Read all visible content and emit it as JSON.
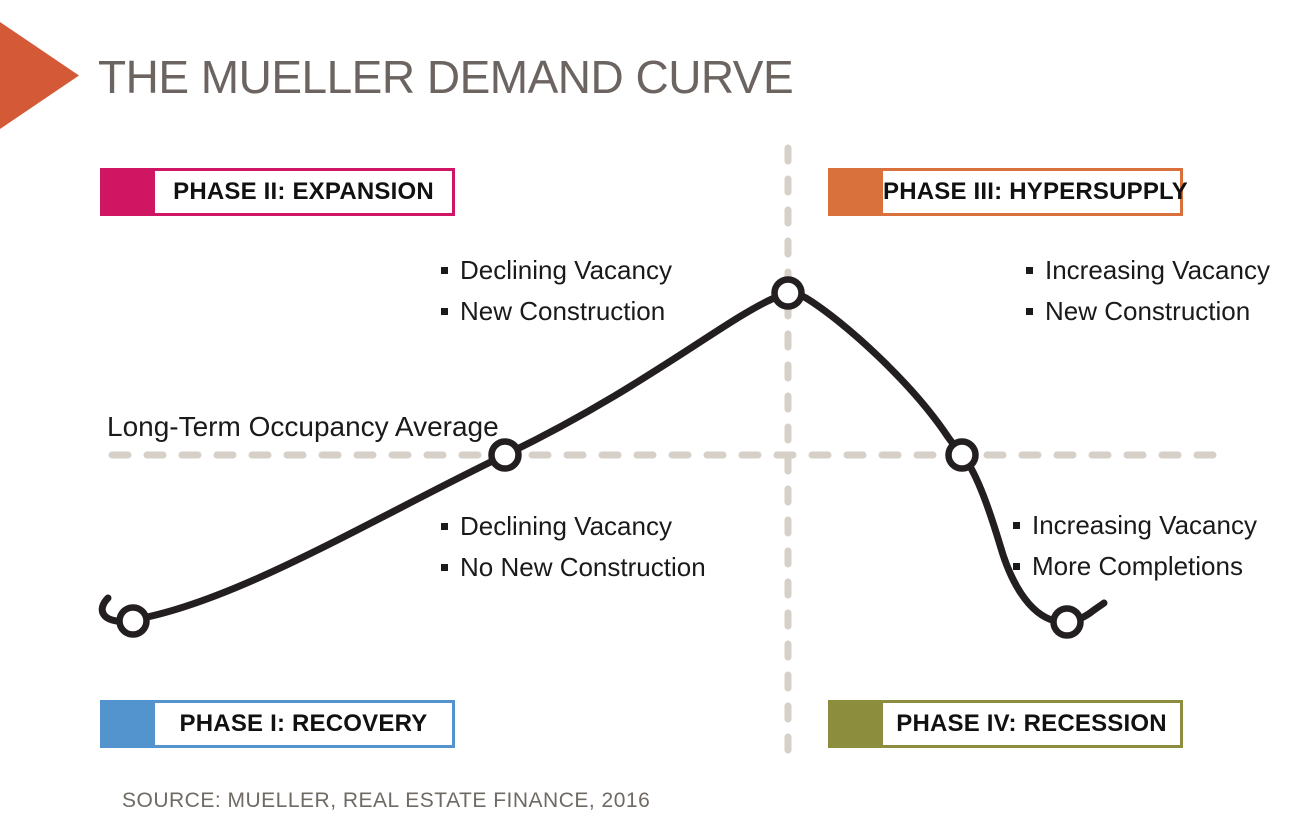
{
  "title": "THE MUELLER DEMAND CURVE",
  "source": "SOURCE: MUELLER, REAL ESTATE FINANCE, 2016",
  "axis_label": "Long-Term Occupancy Average",
  "colors": {
    "triangle": "#D45937",
    "curve": "#231F20",
    "dashed_line": "#D6D0C8",
    "title_text": "#6B6460"
  },
  "phases": [
    {
      "label": "PHASE II: EXPANSION",
      "color": "#D01663"
    },
    {
      "label": "PHASE III: HYPERSUPPLY",
      "color": "#D9713C"
    },
    {
      "label": "PHASE I: RECOVERY",
      "color": "#5494CE"
    },
    {
      "label": "PHASE IV: RECESSION",
      "color": "#8D8E3D"
    }
  ],
  "annotations": {
    "expansion": {
      "items": [
        "Declining Vacancy",
        "New Construction"
      ]
    },
    "hypersupply": {
      "items": [
        "Increasing Vacancy",
        "New Construction"
      ]
    },
    "recovery": {
      "items": [
        "Declining Vacancy",
        "No New Construction"
      ]
    },
    "recession": {
      "items": [
        "Increasing Vacancy",
        "More Completions"
      ]
    }
  },
  "chart_data": {
    "type": "line",
    "title": "THE MUELLER DEMAND CURVE",
    "reference_line": "Long-Term Occupancy Average",
    "series": [
      {
        "name": "Occupancy cycle curve",
        "shape": "rises from cycle bottom through the long-term average to a peak, then falls back through the average to a trough",
        "markers": [
          "cycle start (Phase I: Recovery)",
          "crosses long-term occupancy average rising (Phase II: Expansion)",
          "occupancy peak (Phase II/III boundary)",
          "crosses long-term occupancy average falling (Phase III: Hypersupply)",
          "cycle bottom (Phase IV: Recession)"
        ]
      }
    ],
    "legend_position": "none",
    "grid": false
  }
}
